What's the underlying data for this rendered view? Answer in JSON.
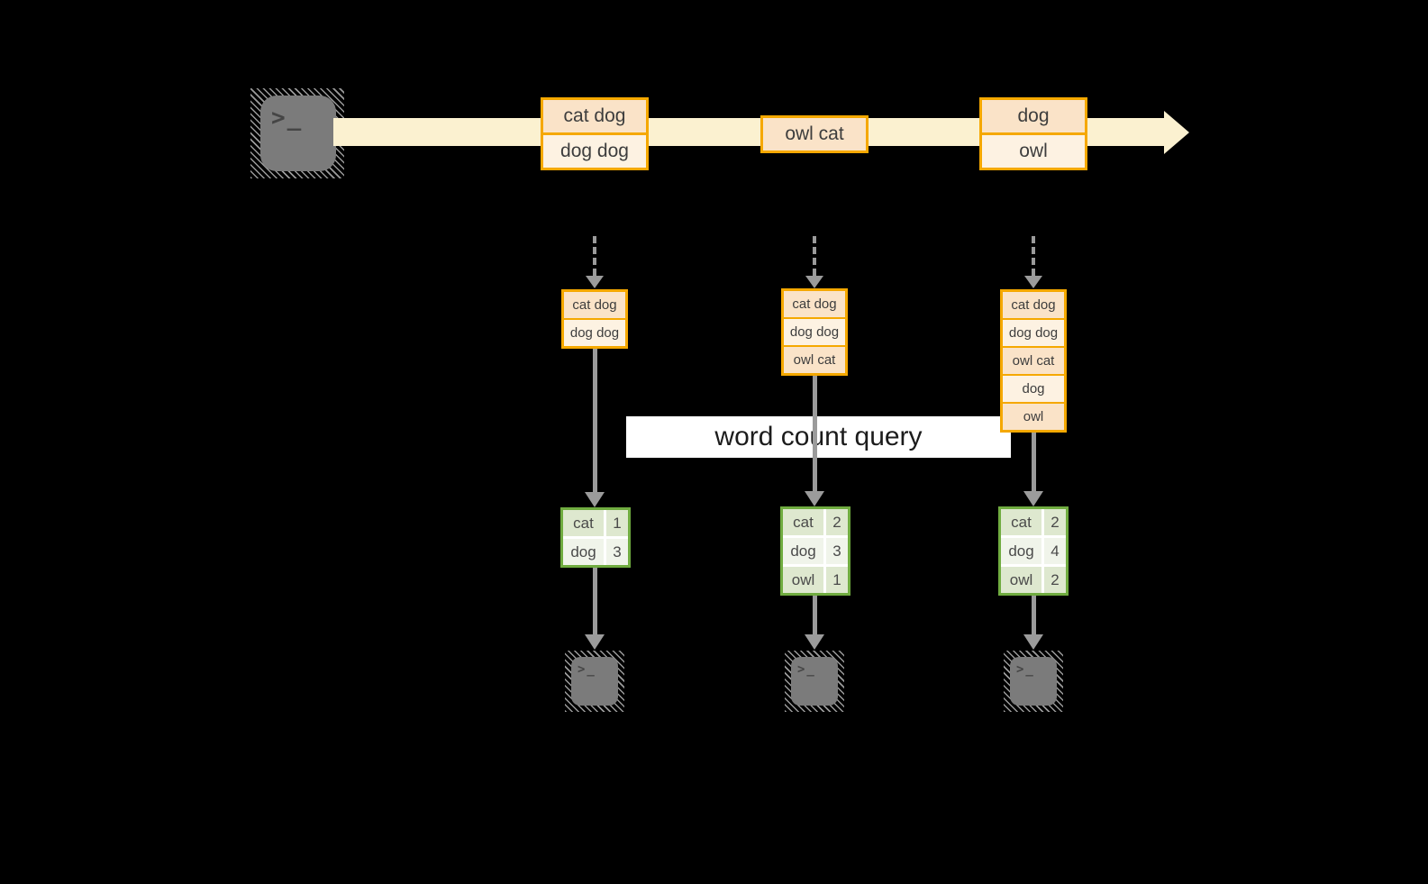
{
  "query_label": "word count query",
  "icons": {
    "prompt": ">_"
  },
  "colors": {
    "orange_border": "#F5A800",
    "cell_peach": "#FAE3C8",
    "cell_cream": "#FDF2E2",
    "stream_band": "#FBF1D0",
    "green_border": "#70AC40",
    "green_cell_dark": "#DEE8CF",
    "green_cell_light": "#F0F4EA",
    "arrow_gray": "#9B9B9B",
    "terminal_gray": "#7B7B7B"
  },
  "stream": {
    "batches": [
      {
        "lines": [
          "cat dog",
          "dog dog"
        ]
      },
      {
        "lines": [
          "owl cat"
        ]
      },
      {
        "lines": [
          "dog",
          "owl"
        ]
      }
    ]
  },
  "columns": [
    {
      "state_lines": [
        "cat dog",
        "dog dog"
      ],
      "counts": [
        {
          "word": "cat",
          "count": "1"
        },
        {
          "word": "dog",
          "count": "3"
        }
      ]
    },
    {
      "state_lines": [
        "cat dog",
        "dog dog",
        "owl cat"
      ],
      "counts": [
        {
          "word": "cat",
          "count": "2"
        },
        {
          "word": "dog",
          "count": "3"
        },
        {
          "word": "owl",
          "count": "1"
        }
      ]
    },
    {
      "state_lines": [
        "cat dog",
        "dog dog",
        "owl cat",
        "dog",
        "owl"
      ],
      "counts": [
        {
          "word": "cat",
          "count": "2"
        },
        {
          "word": "dog",
          "count": "4"
        },
        {
          "word": "owl",
          "count": "2"
        }
      ]
    }
  ]
}
